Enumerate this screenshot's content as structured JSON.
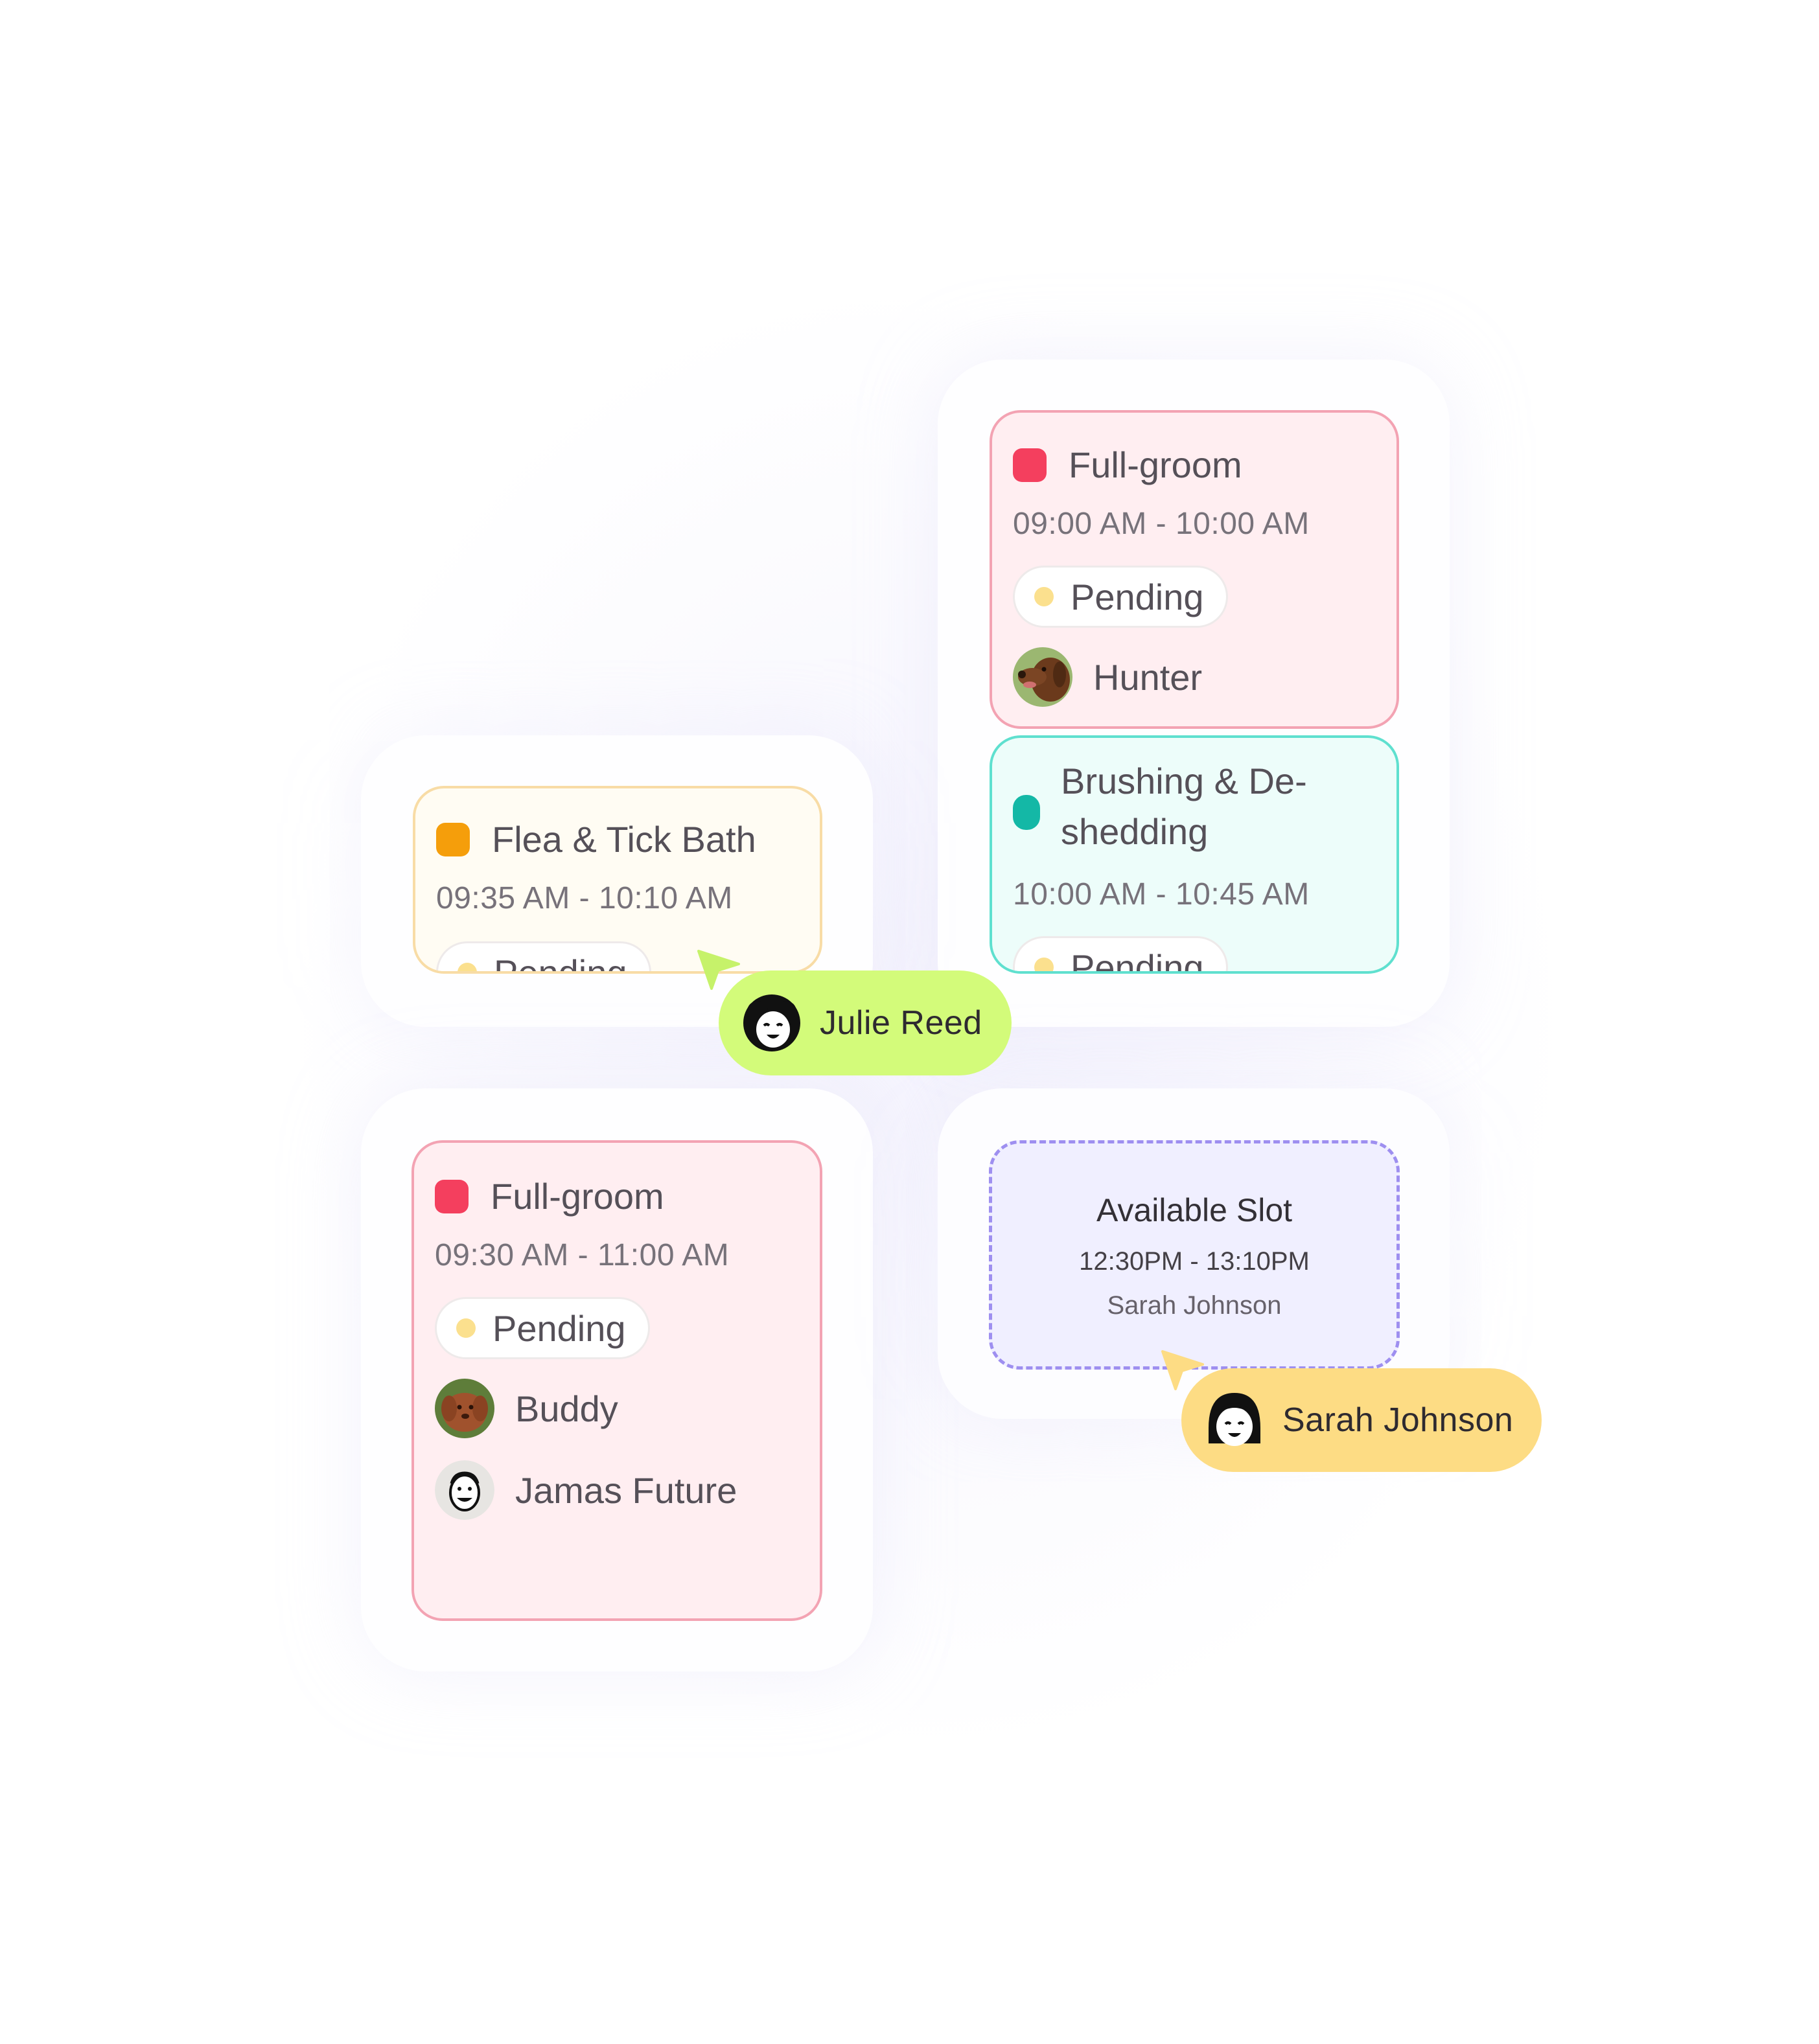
{
  "appointments": {
    "a1": {
      "service": "Full-groom",
      "time": "09:00 AM - 10:00 AM",
      "status": "Pending",
      "pet": "Hunter",
      "color": "#f43f5e"
    },
    "a2": {
      "service_line1": "Brushing & De-",
      "service_line2": "shedding",
      "time": "10:00 AM - 10:45 AM",
      "status": "Pending",
      "color": "#14b8a6"
    },
    "a3": {
      "service": "Flea & Tick Bath",
      "time": "09:35 AM - 10:10 AM",
      "status": "Pending",
      "color": "#f59e0b"
    },
    "a4": {
      "service": "Full-groom",
      "time": "09:30 AM - 11:00 AM",
      "status": "Pending",
      "pet": "Buddy",
      "groomer": "Jamas Future",
      "color": "#f43f5e"
    }
  },
  "slot": {
    "title": "Available Slot",
    "time": "12:30PM - 13:10PM",
    "staff": "Sarah Johnson"
  },
  "cursors": {
    "julie": {
      "name": "Julie Reed",
      "color": "#d3fb7a"
    },
    "sarah": {
      "name": "Sarah Johnson",
      "color": "#fddc84"
    }
  },
  "icons": {
    "status_dot": "pending-dot-icon",
    "service_marker": "service-color-icon",
    "pointer": "cursor-arrow-icon"
  }
}
